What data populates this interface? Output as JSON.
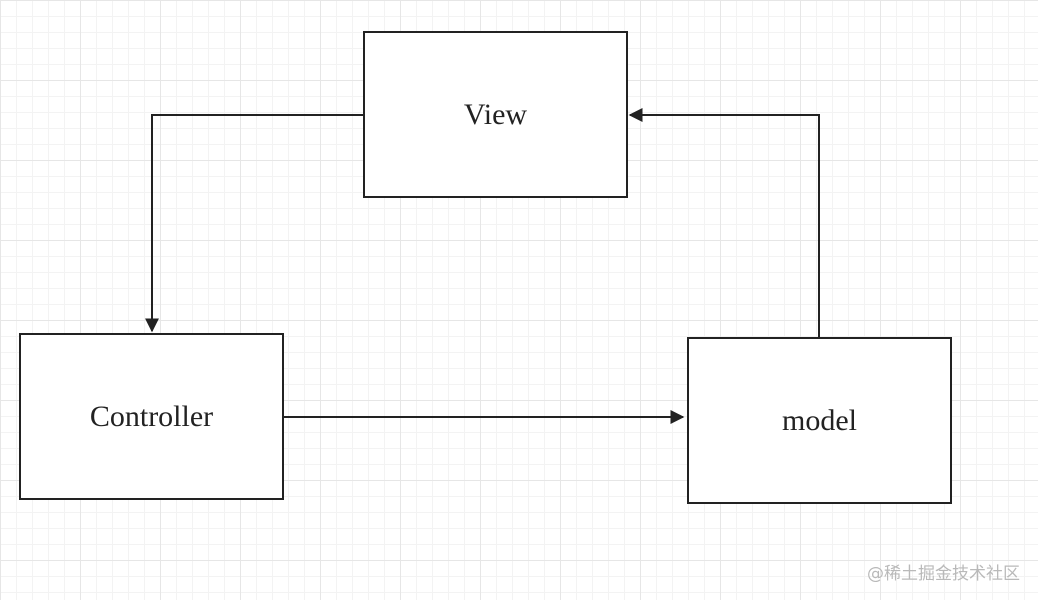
{
  "nodes": {
    "view": {
      "label": "View"
    },
    "controller": {
      "label": "Controller"
    },
    "model": {
      "label": "model"
    }
  },
  "edges": [
    {
      "from": "view",
      "to": "controller"
    },
    {
      "from": "controller",
      "to": "model"
    },
    {
      "from": "model",
      "to": "view"
    }
  ],
  "colors": {
    "stroke": "#222222",
    "grid": "#e6e6e6",
    "background": "#ffffff",
    "watermark": "#b9b9b9"
  },
  "watermark": {
    "text": "@稀土掘金技术社区"
  }
}
